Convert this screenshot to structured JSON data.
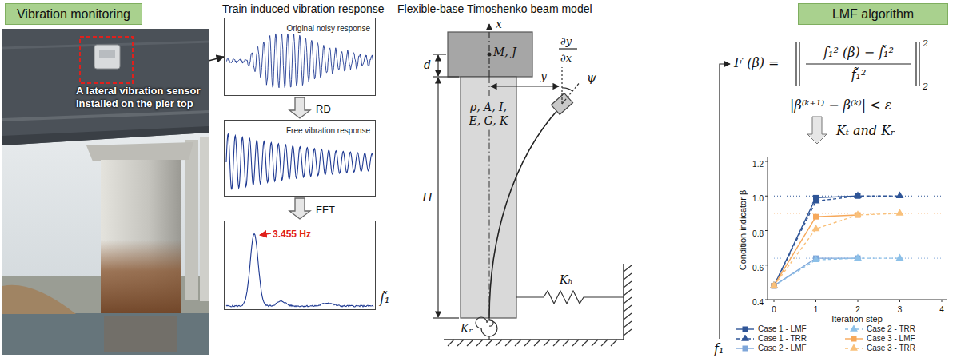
{
  "diagram": {
    "nodes": [
      {
        "text": [
          "Vibration monitoring"
        ]
      },
      {
        "text": [
          "A lateral vibration sensor installed on the pier top"
        ]
      },
      {
        "text": [
          "Original noisy response"
        ]
      },
      {
        "text": [
          "Free vibration response"
        ]
      },
      {
        "text": [
          "3.455 Hz"
        ]
      },
      {
        "text": [
          "M, J"
        ]
      },
      {
        "text": [
          "ρ, A, I, E, G, K"
        ]
      },
      {
        "text": [
          "LMF algorithm"
        ]
      }
    ],
    "edges": [
      {
        "from": 1,
        "to": 2,
        "arrow": "to"
      },
      {
        "from": 2,
        "to": 3,
        "arrow": "to",
        "label": "RD"
      },
      {
        "from": 3,
        "to": 4,
        "arrow": "to",
        "label": "FFT"
      }
    ],
    "labels": [
      "Train induced vibration response",
      "f̃₁",
      "Flexible-base Timoshenko beam model",
      "x",
      "d",
      "H",
      "∂y",
      "∂x",
      "y",
      "ψ",
      "Kₕ",
      "Kᵣ",
      "f₁",
      "F (β) =",
      "f₁² (β) − f̃₁²",
      "f̃₁²",
      "2",
      "2",
      "|β⁽ᵏ⁺¹⁾ − β⁽ᵏ⁾| < ε",
      "Kₜ and Kᵣ",
      "1.2",
      "1.0",
      "0.8",
      "0.6",
      "0.4",
      "0",
      "1",
      "2",
      "3",
      "4",
      "Condition indicator β",
      "Iteration step"
    ],
    "legend": [
      {
        "text": "Case 1 - LMF"
      },
      {
        "text": "Case 1 - TRR"
      },
      {
        "text": "Case 2 - LMF"
      },
      {
        "text": "Case 2 - TRR"
      },
      {
        "text": "Case 3 - LMF"
      },
      {
        "text": "Case 3 - TRR"
      }
    ]
  }
}
